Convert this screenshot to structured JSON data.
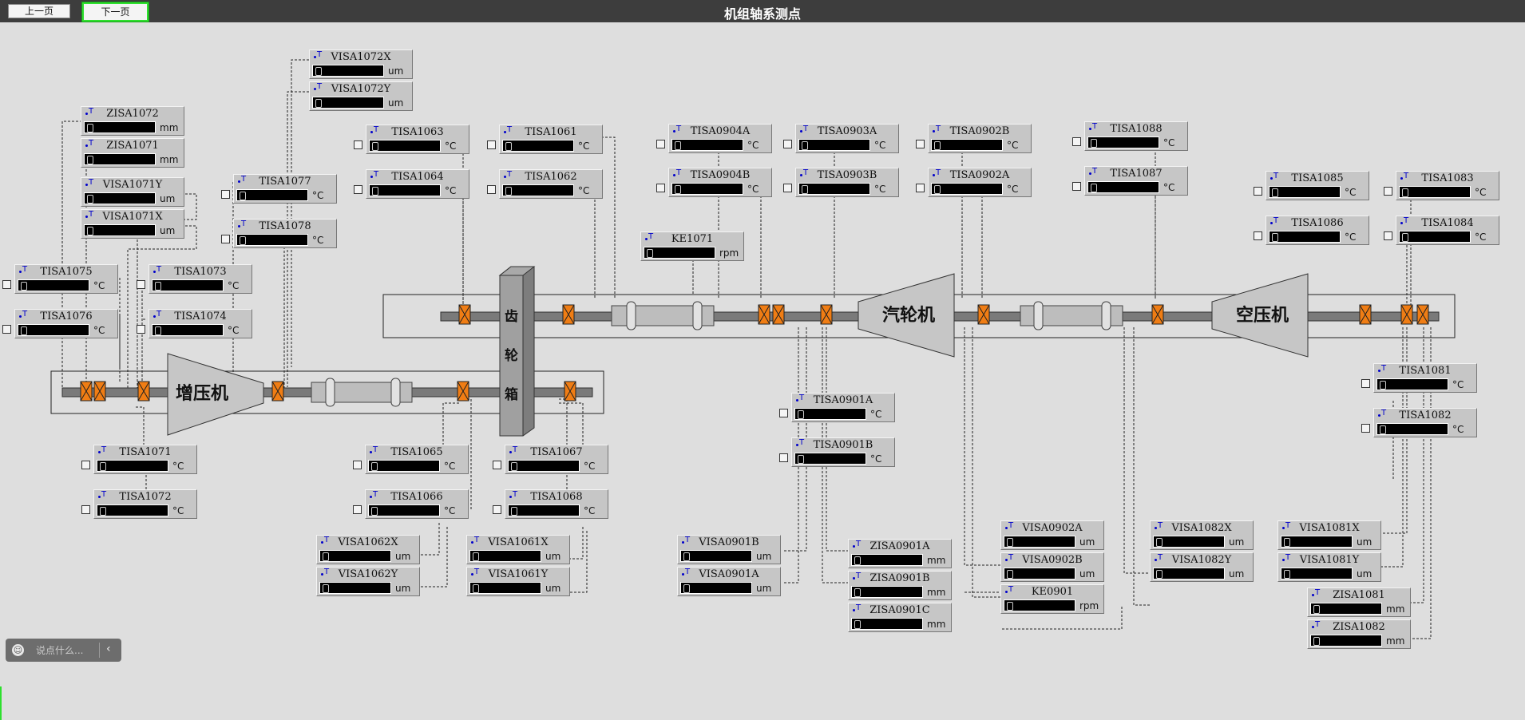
{
  "title": "机组轴系测点",
  "nav": {
    "prev_label": "上一页",
    "next_label": "下一页"
  },
  "colors": {
    "bar": "#3d3d3d",
    "background": "#dedede",
    "active_outline": "#2ee02e",
    "bearing": "#f07d14",
    "value_box": "#000000"
  },
  "machines": {
    "booster": "增压机",
    "gearbox": [
      "齿",
      "轮",
      "箱"
    ],
    "turbine": "汽轮机",
    "compressor": "空压机"
  },
  "tag_icon": "T",
  "tags": [
    {
      "name": "VISA1072X",
      "unit": "um"
    },
    {
      "name": "VISA1072Y",
      "unit": "um"
    },
    {
      "name": "ZISA1072",
      "unit": "mm"
    },
    {
      "name": "ZISA1071",
      "unit": "mm"
    },
    {
      "name": "VISA1071Y",
      "unit": "um"
    },
    {
      "name": "VISA1071X",
      "unit": "um"
    },
    {
      "name": "TISA1077",
      "unit": "°C"
    },
    {
      "name": "TISA1078",
      "unit": "°C"
    },
    {
      "name": "TISA1075",
      "unit": "°C"
    },
    {
      "name": "TISA1076",
      "unit": "°C"
    },
    {
      "name": "TISA1073",
      "unit": "°C"
    },
    {
      "name": "TISA1074",
      "unit": "°C"
    },
    {
      "name": "TISA1063",
      "unit": "°C"
    },
    {
      "name": "TISA1064",
      "unit": "°C"
    },
    {
      "name": "TISA1061",
      "unit": "°C"
    },
    {
      "name": "TISA1062",
      "unit": "°C"
    },
    {
      "name": "TISA0904A",
      "unit": "°C"
    },
    {
      "name": "TISA0904B",
      "unit": "°C"
    },
    {
      "name": "TISA0903A",
      "unit": "°C"
    },
    {
      "name": "TISA0903B",
      "unit": "°C"
    },
    {
      "name": "TISA0902B",
      "unit": "°C"
    },
    {
      "name": "TISA0902A",
      "unit": "°C"
    },
    {
      "name": "TISA1088",
      "unit": "°C"
    },
    {
      "name": "TISA1087",
      "unit": "°C"
    },
    {
      "name": "KE1071",
      "unit": "rpm"
    },
    {
      "name": "TISA1085",
      "unit": "°C"
    },
    {
      "name": "TISA1086",
      "unit": "°C"
    },
    {
      "name": "TISA1083",
      "unit": "°C"
    },
    {
      "name": "TISA1084",
      "unit": "°C"
    },
    {
      "name": "TISA1081",
      "unit": "°C"
    },
    {
      "name": "TISA1082",
      "unit": "°C"
    },
    {
      "name": "TISA0901A",
      "unit": "°C"
    },
    {
      "name": "TISA0901B",
      "unit": "°C"
    },
    {
      "name": "TISA1071",
      "unit": "°C"
    },
    {
      "name": "TISA1072",
      "unit": "°C"
    },
    {
      "name": "TISA1065",
      "unit": "°C"
    },
    {
      "name": "TISA1066",
      "unit": "°C"
    },
    {
      "name": "TISA1067",
      "unit": "°C"
    },
    {
      "name": "TISA1068",
      "unit": "°C"
    },
    {
      "name": "VISA1062X",
      "unit": "um"
    },
    {
      "name": "VISA1062Y",
      "unit": "um"
    },
    {
      "name": "VISA1061X",
      "unit": "um"
    },
    {
      "name": "VISA1061Y",
      "unit": "um"
    },
    {
      "name": "VISA0901B",
      "unit": "um"
    },
    {
      "name": "VISA0901A",
      "unit": "um"
    },
    {
      "name": "ZISA0901A",
      "unit": "mm"
    },
    {
      "name": "ZISA0901B",
      "unit": "mm"
    },
    {
      "name": "ZISA0901C",
      "unit": "mm"
    },
    {
      "name": "VISA0902A",
      "unit": "um"
    },
    {
      "name": "VISA0902B",
      "unit": "um"
    },
    {
      "name": "KE0901",
      "unit": "rpm"
    },
    {
      "name": "VISA1082X",
      "unit": "um"
    },
    {
      "name": "VISA1082Y",
      "unit": "um"
    },
    {
      "name": "VISA1081X",
      "unit": "um"
    },
    {
      "name": "VISA1081Y",
      "unit": "um"
    },
    {
      "name": "ZISA1081",
      "unit": "mm"
    },
    {
      "name": "ZISA1082",
      "unit": "mm"
    }
  ],
  "chat": {
    "placeholder": "说点什么...",
    "smile_icon": "smile-icon",
    "collapse_icon": "chevron-left-icon"
  }
}
